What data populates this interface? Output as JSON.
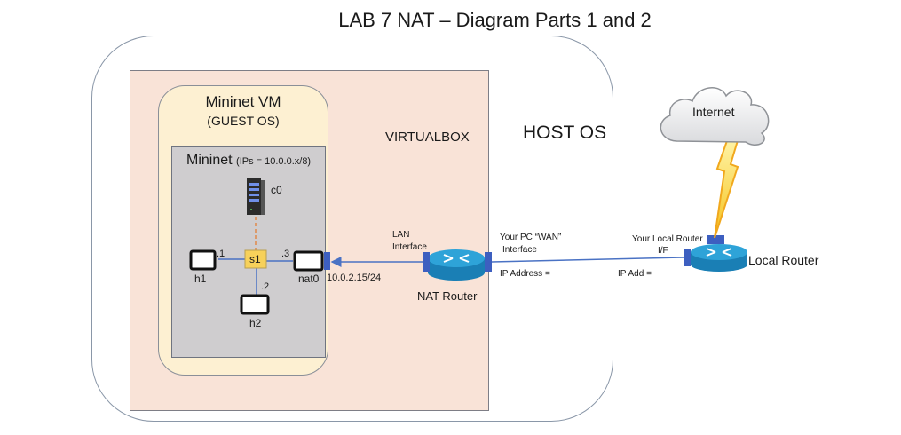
{
  "title": "LAB 7 NAT – Diagram Parts 1 and 2",
  "zones": {
    "host_os": "HOST OS",
    "virtualbox": "VIRTUALBOX",
    "guest": {
      "line1": "Mininet VM",
      "line2": "(GUEST OS)"
    },
    "mininet": {
      "name": "Mininet",
      "ips": "(IPs = 10.0.0.x/8)"
    }
  },
  "nodes": {
    "controller": "c0",
    "switch": "s1",
    "h1": "h1",
    "h2": "h2",
    "nat0": "nat0",
    "nat_router": "NAT Router",
    "local_router": "Local Router",
    "internet": "Internet"
  },
  "link_labels": {
    "h1_ip": ".1",
    "h2_ip": ".2",
    "nat0_ip": ".3",
    "nat0_address": "10.0.2.15/24",
    "lan_interface": {
      "line1": "LAN",
      "line2": "Interface"
    },
    "wan_interface": {
      "line1": "Your PC “WAN”",
      "line2": "Interface"
    },
    "wan_ip": "IP Address =",
    "local_if": {
      "line1": "Your Local Router",
      "line2": "I/F"
    },
    "local_ip": "IP Add ="
  },
  "colors": {
    "link": "#4a72c4",
    "port": "#3d5fc0",
    "switch_fill": "#f7d15a",
    "controller_link": "#e08a4a",
    "router_top": "#2ea3d8",
    "router_side": "#1a7fb5"
  }
}
